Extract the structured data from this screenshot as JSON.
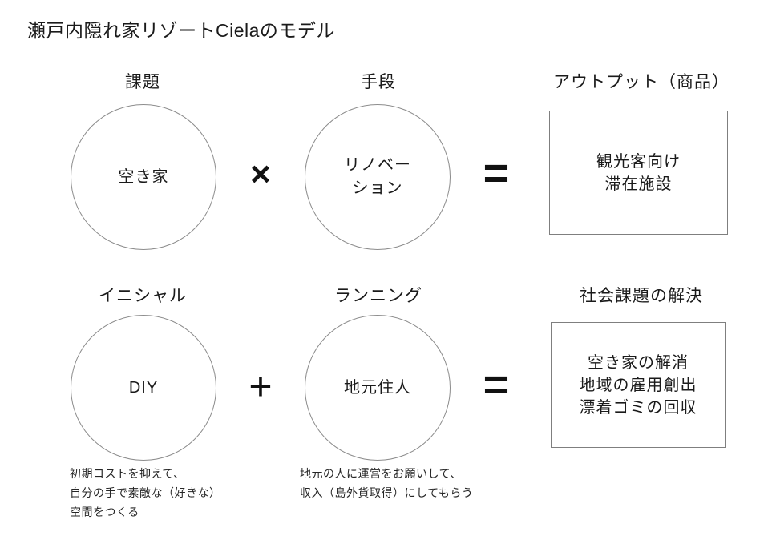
{
  "title": "瀬戸内隠れ家リゾートCielaのモデル",
  "colors": {
    "background": "#ffffff",
    "text": "#1a1a1a",
    "circle_border": "#8c8c8c",
    "box_border": "#7f7f7f"
  },
  "row1": {
    "header1": "課題",
    "circle1": "空き家",
    "operator": "×",
    "header2": "手段",
    "circle2": "リノベー\nション",
    "equals": "=",
    "header3": "アウトプット（商品）",
    "output": "観光客向け\n滞在施設"
  },
  "row2": {
    "header1": "イニシャル",
    "circle1": "DIY",
    "operator": "+",
    "header2": "ランニング",
    "circle2": "地元住人",
    "equals": "=",
    "header3": "社会課題の解決",
    "output": "空き家の解消\n地域の雇用創出\n漂着ゴミの回収"
  },
  "notes": {
    "initial": "初期コストを抑えて、\n自分の手で素敵な（好きな）\n空間をつくる",
    "running": "地元の人に運営をお願いして、\n収入（島外貨取得）にしてもらう"
  }
}
